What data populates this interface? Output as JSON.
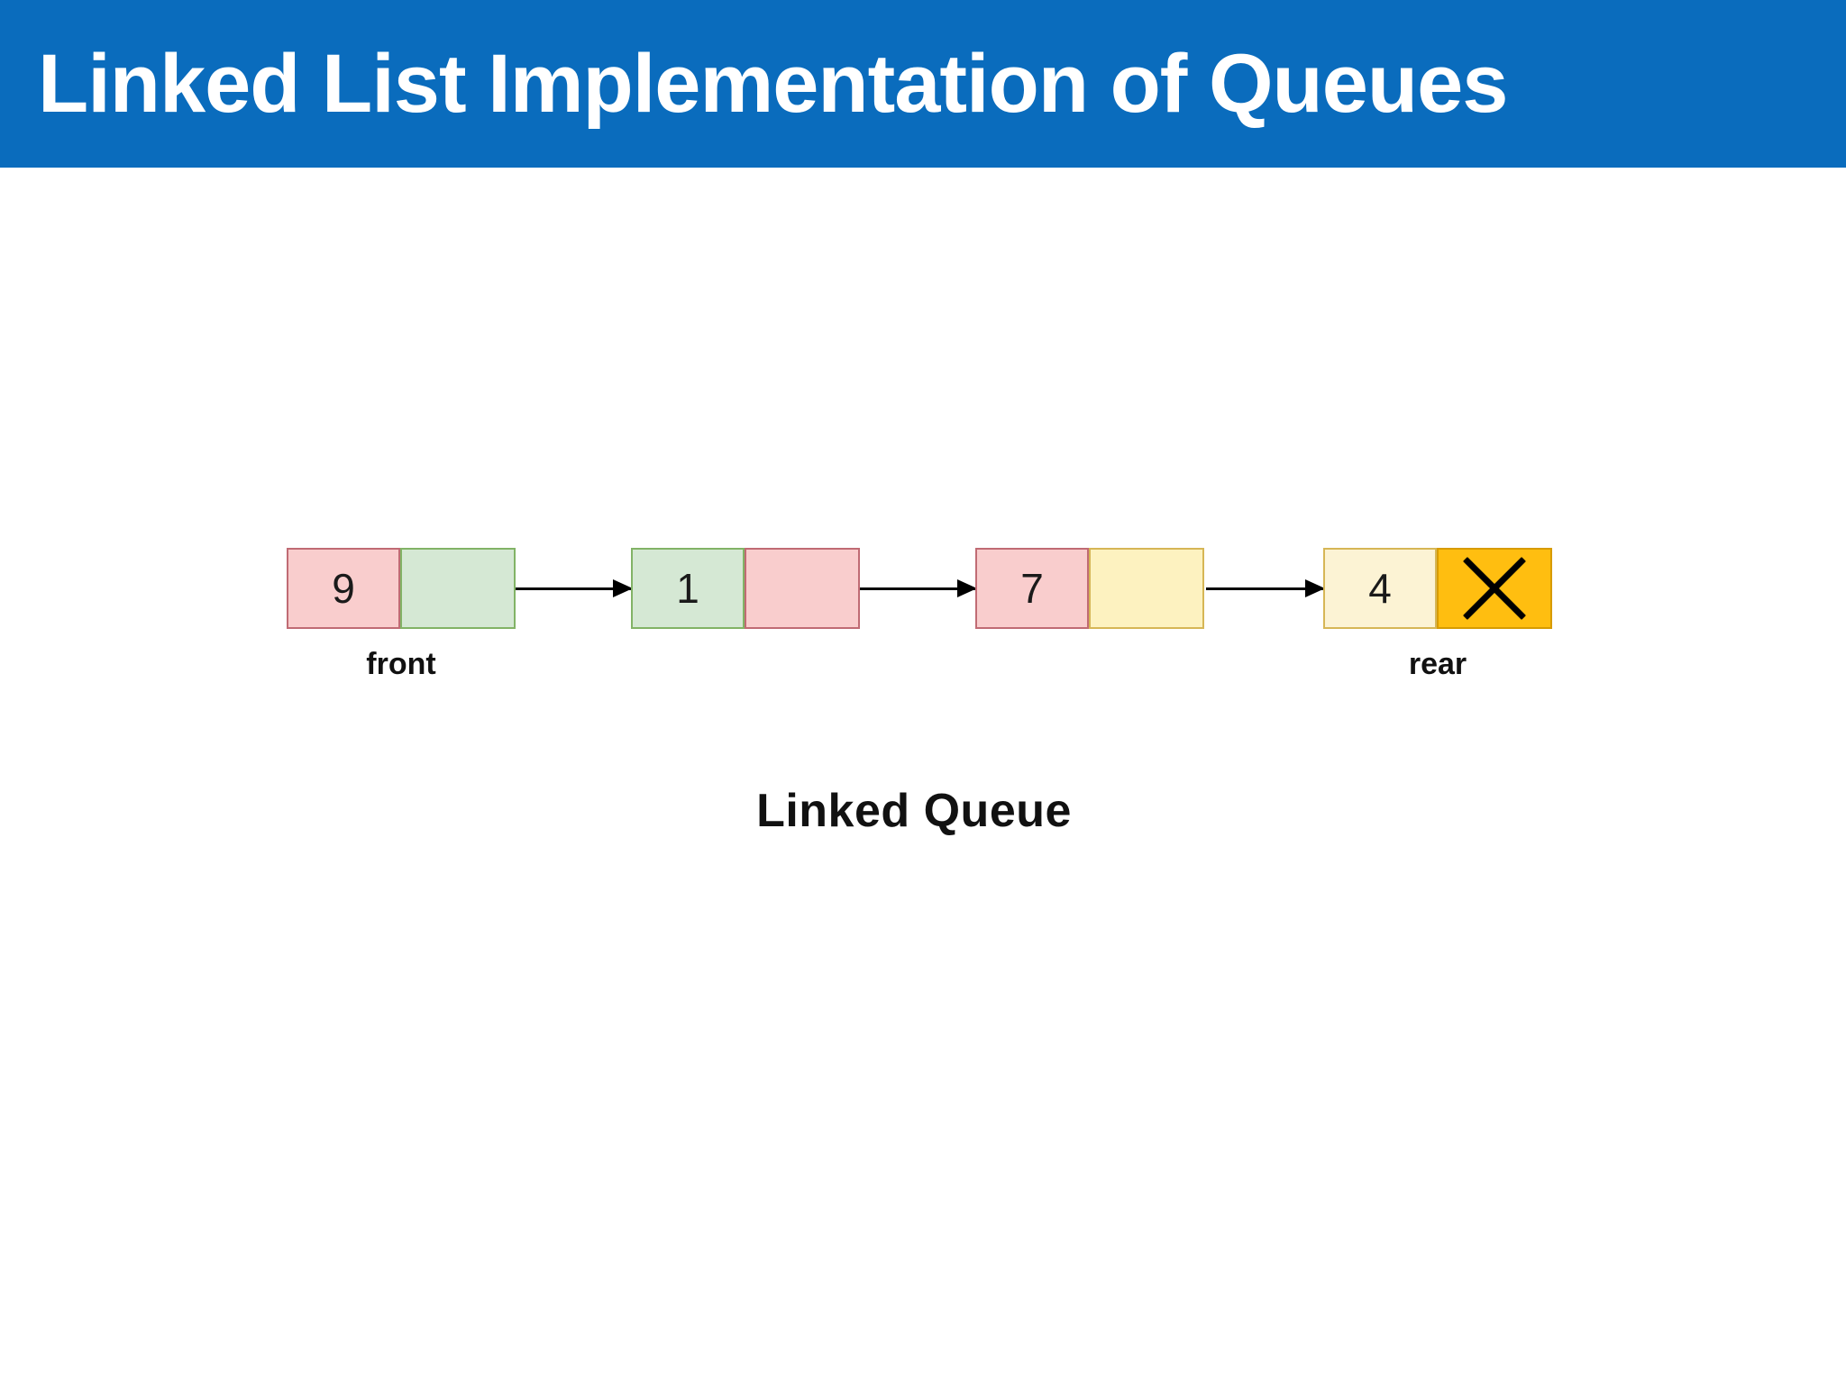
{
  "slide": {
    "title": "Linked List Implementation of Queues",
    "banner_color": "#0a6cbd",
    "title_color": "#ffffff",
    "background_color": "#ffffff"
  },
  "diagram": {
    "caption": "Linked Queue",
    "structure_type": "singly-linked-list",
    "terminal_symbol": "X",
    "nodes": [
      {
        "value": "9",
        "data_cell_color": "#f9cdcd",
        "pointer_cell_color": "#d5e8d4",
        "has_next": true
      },
      {
        "value": "1",
        "data_cell_color": "#d5e8d4",
        "pointer_cell_color": "#f9cdcd",
        "has_next": true
      },
      {
        "value": "7",
        "data_cell_color": "#f9cdcd",
        "pointer_cell_color": "#fdf2c0",
        "has_next": true
      },
      {
        "value": "4",
        "data_cell_color": "#fcf3d4",
        "pointer_cell_color": "#ffbe10",
        "has_next": false
      }
    ],
    "labels": {
      "front": "front",
      "rear": "rear"
    }
  }
}
